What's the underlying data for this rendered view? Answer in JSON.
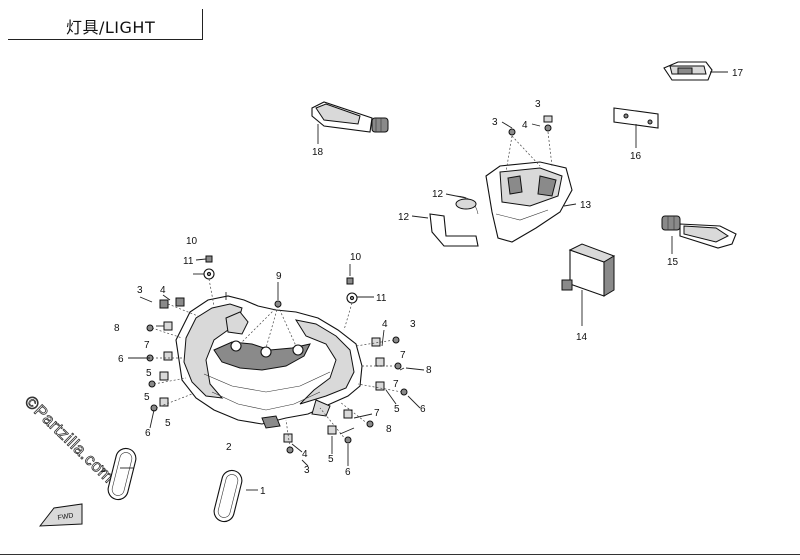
{
  "header": {
    "title": "灯具/LIGHT"
  },
  "watermark": "©Partzilla.com",
  "fwd_label": "FWD",
  "callouts": {
    "c1a": "1",
    "c1b": "1",
    "c2": "2",
    "c3a": "3",
    "c3b": "3",
    "c3c": "3",
    "c3d": "3",
    "c3e": "3",
    "c4a": "4",
    "c4b": "4",
    "c4c": "4",
    "c4d": "4",
    "c5a": "5",
    "c5b": "5",
    "c5c": "5",
    "c5d": "5",
    "c5e": "5",
    "c6a": "6",
    "c6b": "6",
    "c6c": "6",
    "c6d": "6",
    "c7a": "7",
    "c7b": "7",
    "c7c": "7",
    "c7d": "7",
    "c8a": "8",
    "c8b": "8",
    "c8c": "8",
    "c9": "9",
    "c10a": "10",
    "c10b": "10",
    "c11a": "11",
    "c11b": "11",
    "c12a": "12",
    "c12b": "12",
    "c13": "13",
    "c14": "14",
    "c15": "15",
    "c16": "16",
    "c17": "17",
    "c18": "18"
  }
}
